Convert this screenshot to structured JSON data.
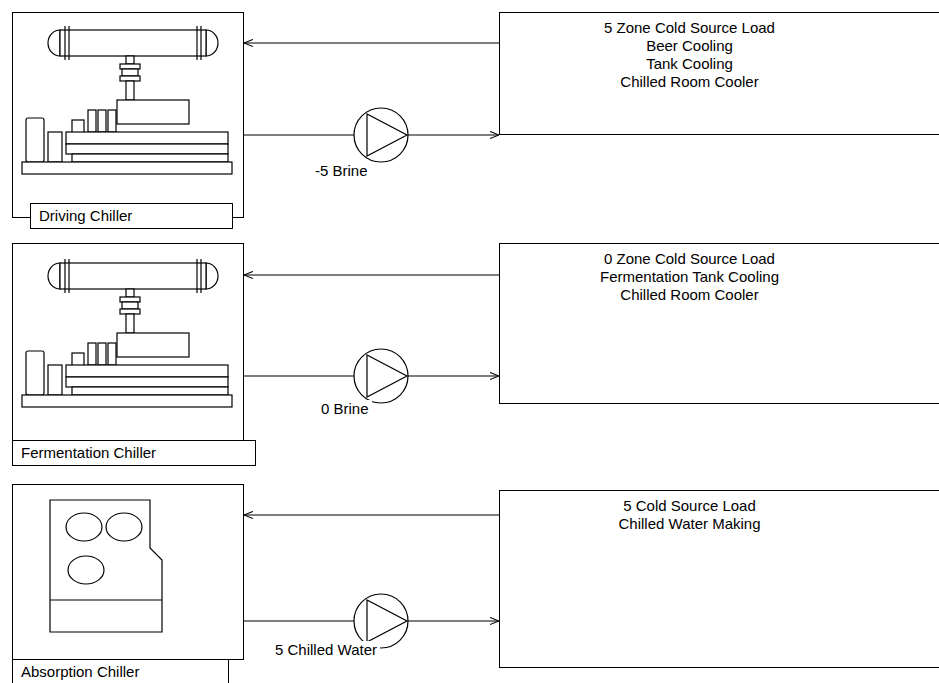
{
  "diagram": {
    "nodes": [
      {
        "text": [
          "Driving Chiller"
        ]
      },
      {
        "text": [
          "5 Zone Cold Source Load",
          "Beer Cooling",
          "Tank Cooling",
          "Chilled Room Cooler"
        ]
      },
      {
        "text": [
          "Fermentation Chiller"
        ]
      },
      {
        "text": [
          "0 Zone Cold Source Load",
          "Fermentation Tank Cooling",
          "Chilled Room Cooler"
        ]
      },
      {
        "text": [
          "Absorption Chiller"
        ]
      },
      {
        "text": [
          "5 Cold Source Load",
          "Chilled Water Making"
        ]
      }
    ],
    "edges": [
      {
        "from": 1,
        "to": 0,
        "arrow": "to"
      },
      {
        "from": 0,
        "to": 1,
        "arrow": "to",
        "label": "-5 Brine"
      },
      {
        "from": 3,
        "to": 2,
        "arrow": "to"
      },
      {
        "from": 2,
        "to": 3,
        "arrow": "to",
        "label": "0 Brine"
      },
      {
        "from": 5,
        "to": 4,
        "arrow": "to"
      },
      {
        "from": 4,
        "to": 5,
        "arrow": "to",
        "label": "5 Chilled Water"
      }
    ]
  }
}
